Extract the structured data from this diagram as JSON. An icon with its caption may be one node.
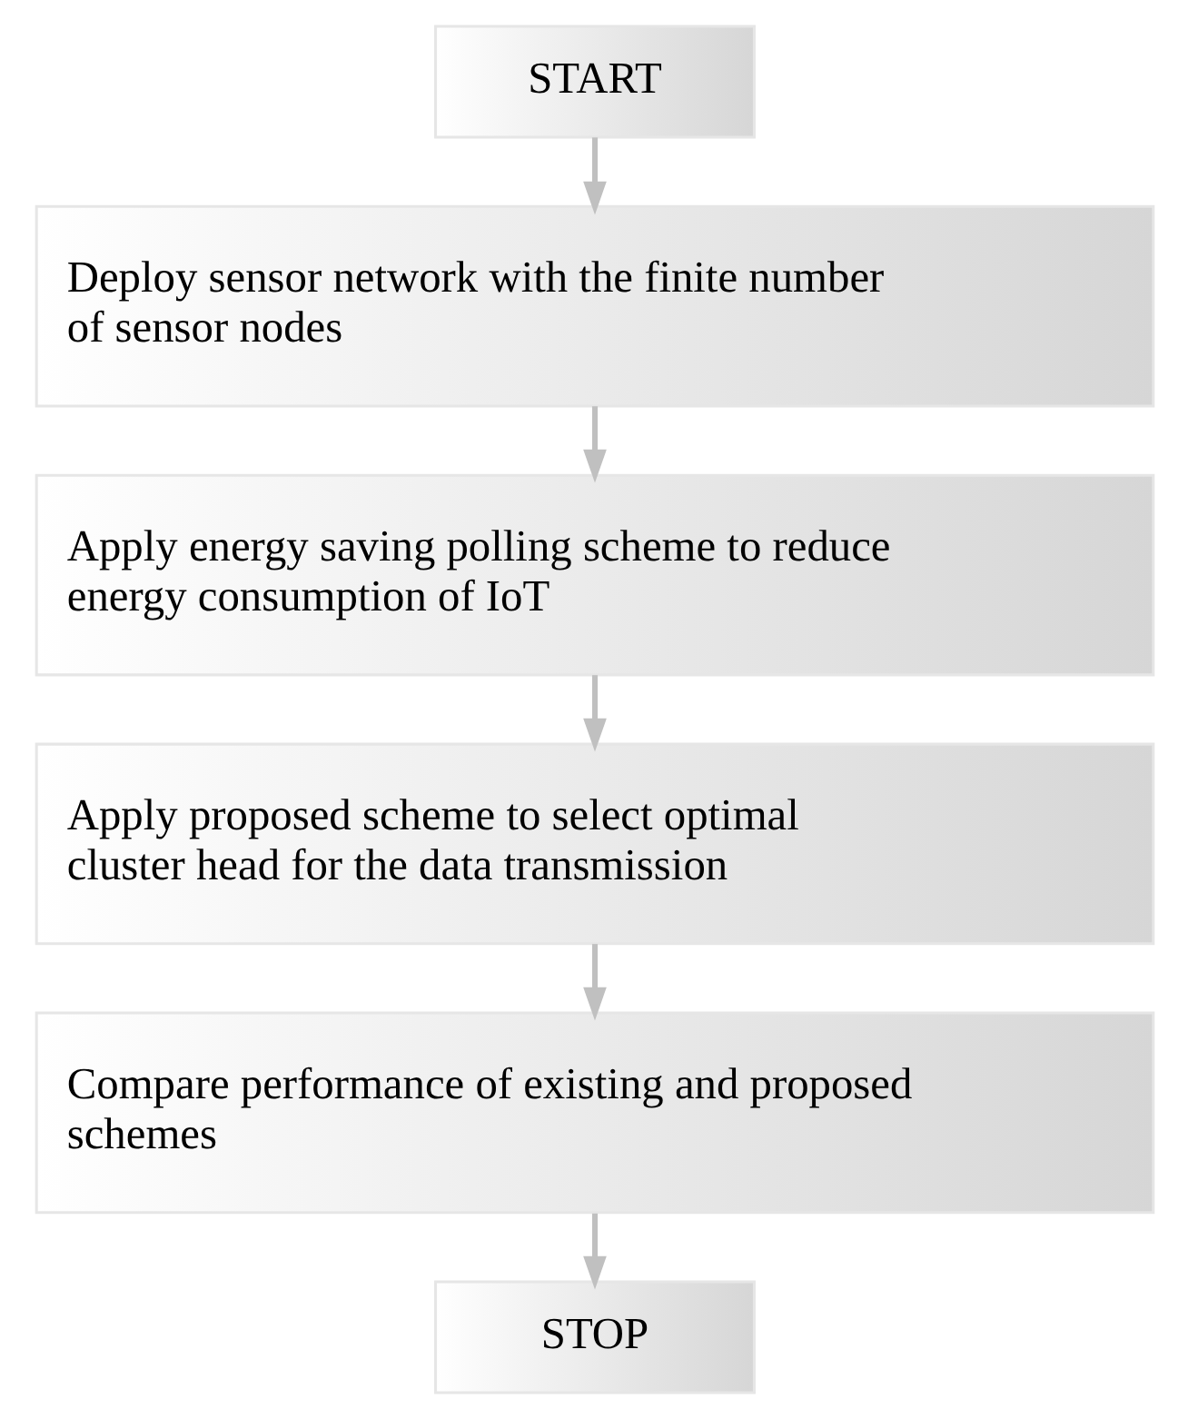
{
  "diagram": {
    "nodes": [
      {
        "text": [
          "START"
        ]
      },
      {
        "text": [
          "Deploy sensor network with the finite number of sensor nodes"
        ]
      },
      {
        "text": [
          "Apply energy saving polling scheme to reduce energy consumption of IoT"
        ]
      },
      {
        "text": [
          "Apply proposed scheme to select optimal cluster head for the data transmission"
        ]
      },
      {
        "text": [
          "Compare performance of existing and proposed schemes"
        ]
      },
      {
        "text": [
          "STOP"
        ]
      }
    ],
    "edges": [
      {
        "from": 0,
        "to": 1,
        "arrow": "to"
      },
      {
        "from": 1,
        "to": 2,
        "arrow": "to"
      },
      {
        "from": 2,
        "to": 3,
        "arrow": "to"
      },
      {
        "from": 3,
        "to": 4,
        "arrow": "to"
      },
      {
        "from": 4,
        "to": 5,
        "arrow": "to"
      }
    ]
  }
}
